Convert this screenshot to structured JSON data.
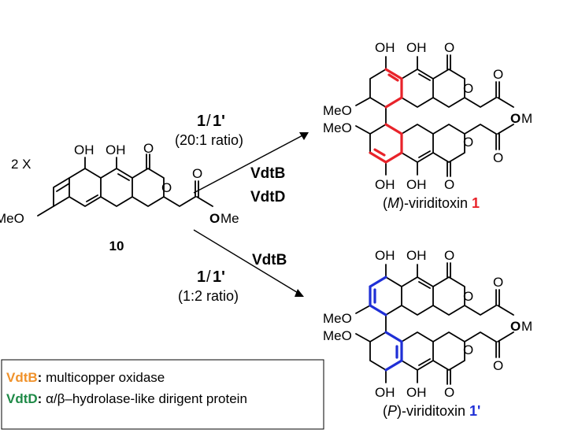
{
  "colors": {
    "red": "#e8232a",
    "blue": "#1f2fd6",
    "orange": "#f0922b",
    "green": "#1f8a47"
  },
  "substrate": {
    "multiplier": "2 X",
    "compound_number": "10",
    "oh_left": "OH",
    "oh_right": "OH",
    "meo": "MeO",
    "carbonyl_o": "O",
    "ring_o": "O",
    "ester_o": "O",
    "ester_oxygen": "O",
    "me": "Me"
  },
  "reaction_upper": {
    "ratio_left": "1",
    "slash": "/",
    "ratio_right": "1'",
    "ratio_text": "(20:1 ratio)",
    "enzyme1": "VdtB",
    "enzyme2": "VdtD"
  },
  "reaction_lower": {
    "ratio_left": "1",
    "slash": "/",
    "ratio_right": "1'",
    "ratio_text": "(1:2 ratio)",
    "enzyme1": "VdtB"
  },
  "product_top": {
    "oh_a": "OH",
    "oh_b": "OH",
    "carbonyl_o": "O",
    "ring_o": "O",
    "ester_o1": "O",
    "ester_o2": "O",
    "me1": "M",
    "meo_upper": "MeO",
    "meo_lower": "MeO",
    "ring_o2": "O",
    "ester_o3": "O",
    "ester_o4": "O",
    "me2": "M",
    "oh_c": "OH",
    "oh_d": "OH",
    "carbonyl_o2": "O",
    "name_prefix": "(",
    "name_italic": "M",
    "name_suffix": ")-viriditoxin ",
    "name_number": "1"
  },
  "product_bottom": {
    "oh_a": "OH",
    "oh_b": "OH",
    "carbonyl_o": "O",
    "ring_o": "O",
    "ester_o1": "O",
    "ester_o2": "O",
    "me1": "M",
    "meo_upper": "MeO",
    "meo_lower": "MeO",
    "ring_o2": "O",
    "ester_o3": "O",
    "ester_o4": "O",
    "me2": "M",
    "oh_c": "OH",
    "oh_d": "OH",
    "carbonyl_o2": "O",
    "name_prefix": "(",
    "name_italic": "P",
    "name_suffix": ")-viriditoxin ",
    "name_number": "1'"
  },
  "legend": {
    "vdtb_name": "VdtB",
    "vdtb_colon": ":",
    "vdtb_desc": " multicopper oxidase",
    "vdtd_name": "VdtD",
    "vdtd_colon": ":",
    "vdtd_desc": " α/β–hydrolase-like dirigent protein"
  }
}
